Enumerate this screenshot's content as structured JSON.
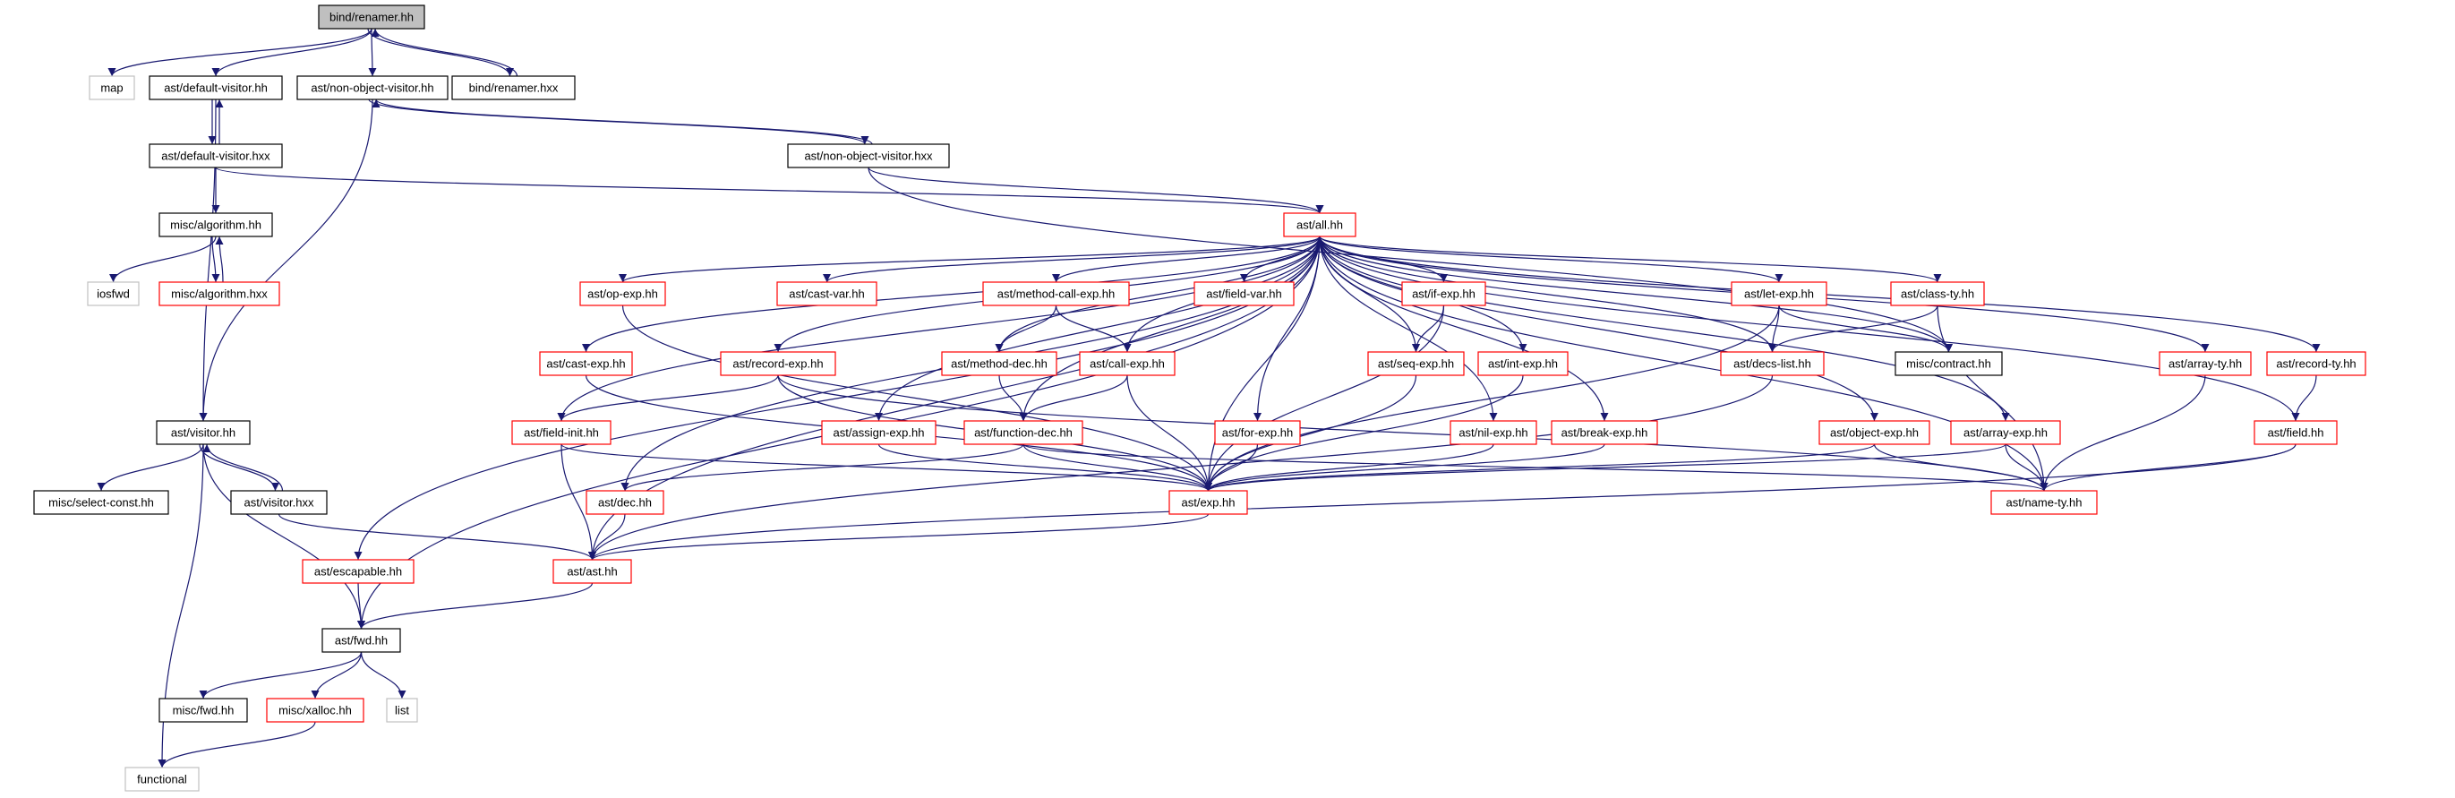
{
  "colors": {
    "edge": "#191970",
    "node_black_border": "#000000",
    "node_red_border": "#ff0000",
    "node_gray_border": "#c0c0c0",
    "node_current_fill": "#bfbfbf",
    "node_fill": "#ffffff",
    "text": "#000000"
  },
  "nodes": [
    {
      "id": "renamer_hh",
      "label": "bind/renamer.hh",
      "style": "current"
    },
    {
      "id": "map",
      "label": "map",
      "style": "gray"
    },
    {
      "id": "default_visitor_hh",
      "label": "ast/default-visitor.hh",
      "style": "black"
    },
    {
      "id": "non_object_visitor_hh",
      "label": "ast/non-object-visitor.hh",
      "style": "black"
    },
    {
      "id": "renamer_hxx",
      "label": "bind/renamer.hxx",
      "style": "black"
    },
    {
      "id": "default_visitor_hxx",
      "label": "ast/default-visitor.hxx",
      "style": "black"
    },
    {
      "id": "non_object_visitor_hxx",
      "label": "ast/non-object-visitor.hxx",
      "style": "black"
    },
    {
      "id": "algorithm_hh",
      "label": "misc/algorithm.hh",
      "style": "black"
    },
    {
      "id": "iosfwd",
      "label": "iosfwd",
      "style": "gray"
    },
    {
      "id": "algorithm_hxx",
      "label": "misc/algorithm.hxx",
      "style": "red"
    },
    {
      "id": "all_hh",
      "label": "ast/all.hh",
      "style": "red"
    },
    {
      "id": "op_exp",
      "label": "ast/op-exp.hh",
      "style": "red"
    },
    {
      "id": "cast_var",
      "label": "ast/cast-var.hh",
      "style": "red"
    },
    {
      "id": "method_call_exp",
      "label": "ast/method-call-exp.hh",
      "style": "red"
    },
    {
      "id": "field_var",
      "label": "ast/field-var.hh",
      "style": "red"
    },
    {
      "id": "if_exp",
      "label": "ast/if-exp.hh",
      "style": "red"
    },
    {
      "id": "let_exp",
      "label": "ast/let-exp.hh",
      "style": "red"
    },
    {
      "id": "class_ty",
      "label": "ast/class-ty.hh",
      "style": "red"
    },
    {
      "id": "cast_exp",
      "label": "ast/cast-exp.hh",
      "style": "red"
    },
    {
      "id": "record_exp",
      "label": "ast/record-exp.hh",
      "style": "red"
    },
    {
      "id": "method_dec",
      "label": "ast/method-dec.hh",
      "style": "red"
    },
    {
      "id": "call_exp",
      "label": "ast/call-exp.hh",
      "style": "red"
    },
    {
      "id": "seq_exp",
      "label": "ast/seq-exp.hh",
      "style": "red"
    },
    {
      "id": "int_exp",
      "label": "ast/int-exp.hh",
      "style": "red"
    },
    {
      "id": "decs_list",
      "label": "ast/decs-list.hh",
      "style": "red"
    },
    {
      "id": "contract",
      "label": "misc/contract.hh",
      "style": "black"
    },
    {
      "id": "array_ty",
      "label": "ast/array-ty.hh",
      "style": "red"
    },
    {
      "id": "record_ty",
      "label": "ast/record-ty.hh",
      "style": "red"
    },
    {
      "id": "visitor_hh",
      "label": "ast/visitor.hh",
      "style": "black"
    },
    {
      "id": "field_init",
      "label": "ast/field-init.hh",
      "style": "red"
    },
    {
      "id": "assign_exp",
      "label": "ast/assign-exp.hh",
      "style": "red"
    },
    {
      "id": "function_dec",
      "label": "ast/function-dec.hh",
      "style": "red"
    },
    {
      "id": "for_exp",
      "label": "ast/for-exp.hh",
      "style": "red"
    },
    {
      "id": "nil_exp",
      "label": "ast/nil-exp.hh",
      "style": "red"
    },
    {
      "id": "break_exp",
      "label": "ast/break-exp.hh",
      "style": "red"
    },
    {
      "id": "object_exp",
      "label": "ast/object-exp.hh",
      "style": "red"
    },
    {
      "id": "array_exp",
      "label": "ast/array-exp.hh",
      "style": "red"
    },
    {
      "id": "field_hh",
      "label": "ast/field.hh",
      "style": "red"
    },
    {
      "id": "select_const",
      "label": "misc/select-const.hh",
      "style": "black"
    },
    {
      "id": "visitor_hxx",
      "label": "ast/visitor.hxx",
      "style": "black"
    },
    {
      "id": "dec_hh",
      "label": "ast/dec.hh",
      "style": "red"
    },
    {
      "id": "exp_hh",
      "label": "ast/exp.hh",
      "style": "red"
    },
    {
      "id": "name_ty",
      "label": "ast/name-ty.hh",
      "style": "red"
    },
    {
      "id": "escapable",
      "label": "ast/escapable.hh",
      "style": "red"
    },
    {
      "id": "ast_hh",
      "label": "ast/ast.hh",
      "style": "red"
    },
    {
      "id": "fwd_hh",
      "label": "ast/fwd.hh",
      "style": "black"
    },
    {
      "id": "misc_fwd",
      "label": "misc/fwd.hh",
      "style": "black"
    },
    {
      "id": "xalloc",
      "label": "misc/xalloc.hh",
      "style": "red"
    },
    {
      "id": "list",
      "label": "list",
      "style": "gray"
    },
    {
      "id": "functional",
      "label": "functional",
      "style": "gray"
    }
  ],
  "edges": [
    [
      "renamer_hh",
      "map"
    ],
    [
      "renamer_hh",
      "default_visitor_hh"
    ],
    [
      "renamer_hh",
      "non_object_visitor_hh"
    ],
    [
      "renamer_hh",
      "renamer_hxx"
    ],
    [
      "renamer_hxx",
      "renamer_hh"
    ],
    [
      "default_visitor_hh",
      "default_visitor_hxx"
    ],
    [
      "default_visitor_hxx",
      "default_visitor_hh"
    ],
    [
      "default_visitor_hh",
      "visitor_hh"
    ],
    [
      "default_visitor_hxx",
      "algorithm_hh"
    ],
    [
      "default_visitor_hxx",
      "all_hh"
    ],
    [
      "non_object_visitor_hh",
      "non_object_visitor_hxx"
    ],
    [
      "non_object_visitor_hxx",
      "non_object_visitor_hh"
    ],
    [
      "non_object_visitor_hh",
      "visitor_hh"
    ],
    [
      "non_object_visitor_hxx",
      "all_hh"
    ],
    [
      "non_object_visitor_hxx",
      "contract"
    ],
    [
      "algorithm_hh",
      "iosfwd"
    ],
    [
      "algorithm_hh",
      "algorithm_hxx"
    ],
    [
      "algorithm_hxx",
      "algorithm_hh"
    ],
    [
      "all_hh",
      "op_exp"
    ],
    [
      "all_hh",
      "cast_var"
    ],
    [
      "all_hh",
      "method_call_exp"
    ],
    [
      "all_hh",
      "field_var"
    ],
    [
      "all_hh",
      "if_exp"
    ],
    [
      "all_hh",
      "let_exp"
    ],
    [
      "all_hh",
      "class_ty"
    ],
    [
      "all_hh",
      "cast_exp"
    ],
    [
      "all_hh",
      "record_exp"
    ],
    [
      "all_hh",
      "method_dec"
    ],
    [
      "all_hh",
      "call_exp"
    ],
    [
      "all_hh",
      "seq_exp"
    ],
    [
      "all_hh",
      "int_exp"
    ],
    [
      "all_hh",
      "decs_list"
    ],
    [
      "all_hh",
      "contract"
    ],
    [
      "all_hh",
      "array_ty"
    ],
    [
      "all_hh",
      "record_ty"
    ],
    [
      "all_hh",
      "field_init"
    ],
    [
      "all_hh",
      "assign_exp"
    ],
    [
      "all_hh",
      "function_dec"
    ],
    [
      "all_hh",
      "for_exp"
    ],
    [
      "all_hh",
      "nil_exp"
    ],
    [
      "all_hh",
      "break_exp"
    ],
    [
      "all_hh",
      "object_exp"
    ],
    [
      "all_hh",
      "array_exp"
    ],
    [
      "all_hh",
      "field_hh"
    ],
    [
      "all_hh",
      "dec_hh"
    ],
    [
      "all_hh",
      "exp_hh"
    ],
    [
      "all_hh",
      "name_ty"
    ],
    [
      "all_hh",
      "escapable"
    ],
    [
      "all_hh",
      "ast_hh"
    ],
    [
      "all_hh",
      "fwd_hh"
    ],
    [
      "op_exp",
      "exp_hh"
    ],
    [
      "method_call_exp",
      "method_dec"
    ],
    [
      "method_call_exp",
      "call_exp"
    ],
    [
      "if_exp",
      "seq_exp"
    ],
    [
      "if_exp",
      "exp_hh"
    ],
    [
      "let_exp",
      "decs_list"
    ],
    [
      "let_exp",
      "contract"
    ],
    [
      "let_exp",
      "exp_hh"
    ],
    [
      "class_ty",
      "decs_list"
    ],
    [
      "class_ty",
      "name_ty"
    ],
    [
      "cast_exp",
      "exp_hh"
    ],
    [
      "record_exp",
      "field_init"
    ],
    [
      "record_exp",
      "exp_hh"
    ],
    [
      "record_exp",
      "name_ty"
    ],
    [
      "method_dec",
      "function_dec"
    ],
    [
      "call_exp",
      "function_dec"
    ],
    [
      "call_exp",
      "exp_hh"
    ],
    [
      "seq_exp",
      "exp_hh"
    ],
    [
      "int_exp",
      "exp_hh"
    ],
    [
      "decs_list",
      "ast_hh"
    ],
    [
      "array_ty",
      "name_ty"
    ],
    [
      "record_ty",
      "field_hh"
    ],
    [
      "field_init",
      "exp_hh"
    ],
    [
      "field_init",
      "ast_hh"
    ],
    [
      "assign_exp",
      "exp_hh"
    ],
    [
      "function_dec",
      "dec_hh"
    ],
    [
      "function_dec",
      "exp_hh"
    ],
    [
      "function_dec",
      "name_ty"
    ],
    [
      "for_exp",
      "exp_hh"
    ],
    [
      "nil_exp",
      "exp_hh"
    ],
    [
      "break_exp",
      "exp_hh"
    ],
    [
      "object_exp",
      "exp_hh"
    ],
    [
      "object_exp",
      "name_ty"
    ],
    [
      "array_exp",
      "exp_hh"
    ],
    [
      "array_exp",
      "name_ty"
    ],
    [
      "field_hh",
      "name_ty"
    ],
    [
      "field_hh",
      "ast_hh"
    ],
    [
      "visitor_hh",
      "select_const"
    ],
    [
      "visitor_hh",
      "visitor_hxx"
    ],
    [
      "visitor_hxx",
      "visitor_hh"
    ],
    [
      "visitor_hh",
      "fwd_hh"
    ],
    [
      "visitor_hh",
      "functional"
    ],
    [
      "visitor_hxx",
      "ast_hh"
    ],
    [
      "dec_hh",
      "ast_hh"
    ],
    [
      "exp_hh",
      "ast_hh"
    ],
    [
      "escapable",
      "fwd_hh"
    ],
    [
      "ast_hh",
      "fwd_hh"
    ],
    [
      "fwd_hh",
      "misc_fwd"
    ],
    [
      "fwd_hh",
      "xalloc"
    ],
    [
      "fwd_hh",
      "list"
    ],
    [
      "xalloc",
      "functional"
    ]
  ]
}
